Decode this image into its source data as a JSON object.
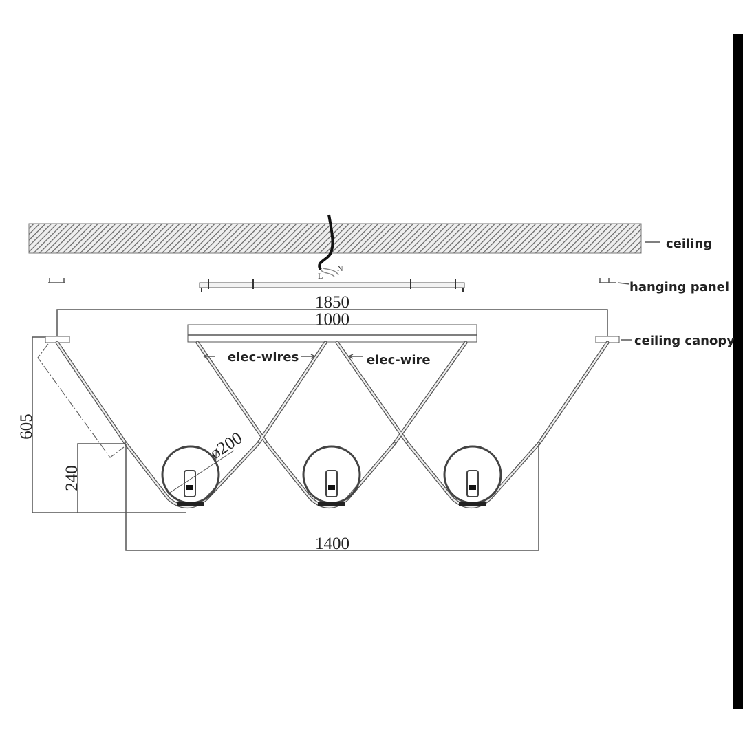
{
  "labels": {
    "ceiling": "ceiling",
    "hanging_panel": "hanging panel",
    "ceiling_canopy": "ceiling canopy",
    "elec_wires": "elec-wires",
    "elec_wire": "elec-wire",
    "live": "L",
    "neutral": "N"
  },
  "dimensions": {
    "total_width": "1850",
    "panel_width": "1000",
    "height_total": "605",
    "height_lamp": "240",
    "lamp_span": "1400",
    "shade_diameter": "ø200"
  }
}
